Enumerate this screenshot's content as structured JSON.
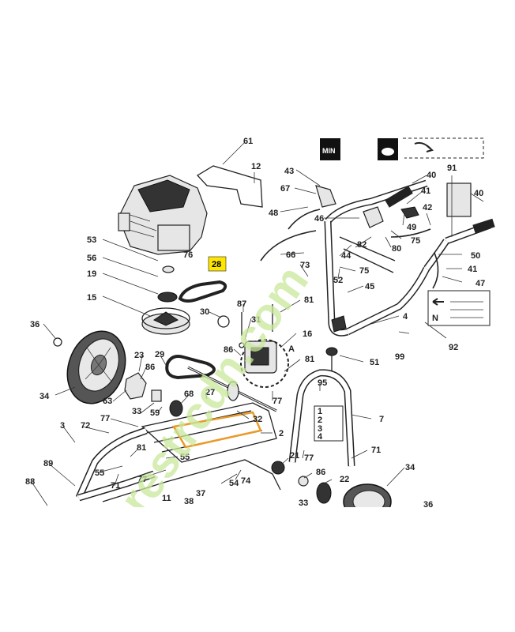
{
  "highlight_label": "28",
  "highlight_color": "#ffe600",
  "watermark_text": "forestrcdn.com",
  "watermark_color": "#c9e89a",
  "badges": {
    "min": "MIN",
    "rabbit_icon": "rabbit-icon",
    "turtle_icon": "turtle-icon"
  },
  "instruction_decal_text": "N",
  "speed_plate": [
    "1",
    "2",
    "3",
    "4"
  ],
  "callouts": {
    "c61": "61",
    "c12": "12",
    "c43": "43",
    "c67": "67",
    "c48": "48",
    "c46": "46",
    "c40a": "40",
    "c91": "91",
    "c40b": "40",
    "c41a": "41",
    "c49": "49",
    "c42": "42",
    "c75a": "75",
    "c82": "82",
    "c80": "80",
    "c50": "50",
    "c44": "44",
    "c41b": "41",
    "c47": "47",
    "c73": "73",
    "c66": "66",
    "c52": "52",
    "c75b": "75",
    "c45": "45",
    "c53": "53",
    "c76": "76",
    "c56": "56",
    "c19": "19",
    "c15": "15",
    "c36": "36",
    "c87": "87",
    "c81a": "81",
    "c30": "30",
    "c31": "31",
    "c16": "16",
    "c4": "4",
    "c92": "92",
    "c86a": "86",
    "cA": "A",
    "c29": "29",
    "c23": "23",
    "c86b": "86",
    "c34a": "34",
    "c63": "63",
    "c68": "68",
    "c27": "27",
    "c77a": "77",
    "c81b": "81",
    "c51": "51",
    "c99": "99",
    "c95": "95",
    "c33a": "33",
    "c59": "59",
    "c32": "32",
    "c7": "7",
    "c77b": "77",
    "c72": "72",
    "c3": "3",
    "c2": "2",
    "c81c": "81",
    "c55a": "55",
    "c55b": "55",
    "c89": "89",
    "c71a": "71",
    "c77c": "77",
    "c21": "21",
    "c77d": "77",
    "c71b": "71",
    "c88": "88",
    "c54": "54",
    "c74": "74",
    "c86c": "86",
    "c22": "22",
    "c34b": "34",
    "c11": "11",
    "c38": "38",
    "c37": "37",
    "c33b": "33",
    "c36b": "36"
  }
}
